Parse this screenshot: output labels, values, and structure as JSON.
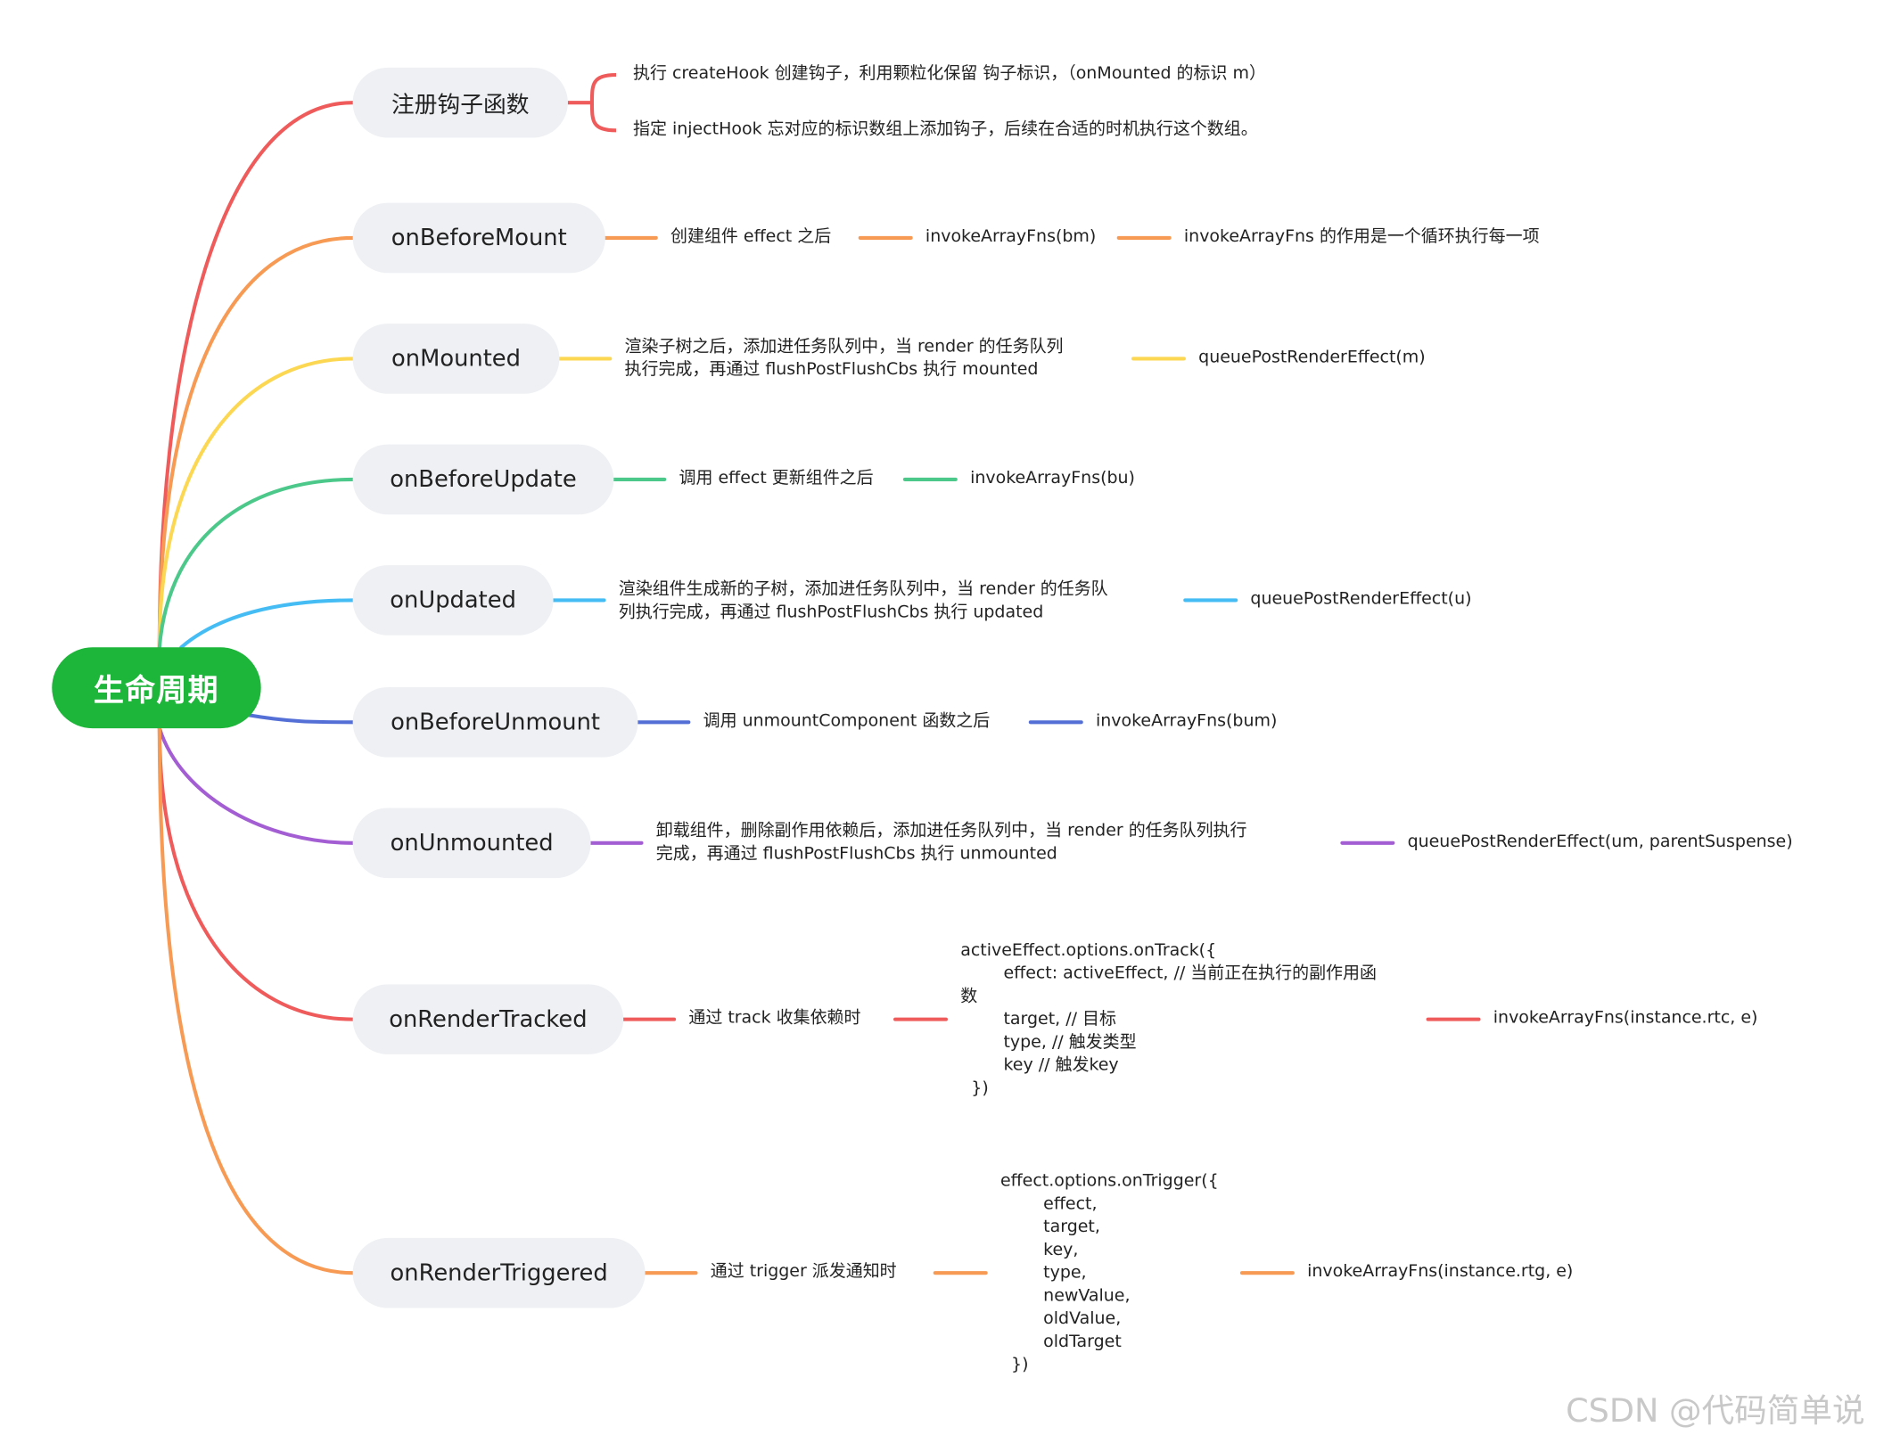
{
  "root": {
    "label": "生命周期",
    "color": "#1db53a"
  },
  "branches": [
    {
      "id": "register",
      "label": "注册钩子函数",
      "color": "#ef5b5b",
      "details": [
        "执行 createHook 创建钩子，利用颗粒化保留 钩子标识，（onMounted 的标识 m）",
        "指定 injectHook 忘对应的标识数组上添加钩子，后续在合适的时机执行这个数组。"
      ]
    },
    {
      "id": "onBeforeMount",
      "label": "onBeforeMount",
      "color": "#f79a53",
      "chain": [
        "创建组件 effect 之后",
        "invokeArrayFns(bm)",
        "invokeArrayFns 的作用是一个循环执行每一项"
      ]
    },
    {
      "id": "onMounted",
      "label": "onMounted",
      "color": "#fcd752",
      "chain": [
        "渲染子树之后，添加进任务队列中，当 render 的任务队列\n执行完成，再通过 flushPostFlushCbs 执行 mounted",
        "queuePostRenderEffect(m)"
      ]
    },
    {
      "id": "onBeforeUpdate",
      "label": "onBeforeUpdate",
      "color": "#4cc98a",
      "chain": [
        "调用 effect 更新组件之后",
        "invokeArrayFns(bu)"
      ]
    },
    {
      "id": "onUpdated",
      "label": "onUpdated",
      "color": "#45bdf4",
      "chain": [
        "渲染组件生成新的子树，添加进任务队列中，当 render 的任务队\n列执行完成，再通过 flushPostFlushCbs 执行 updated",
        "queuePostRenderEffect(u)"
      ]
    },
    {
      "id": "onBeforeUnmount",
      "label": "onBeforeUnmount",
      "color": "#5470d6",
      "chain": [
        "调用 unmountComponent 函数之后",
        "invokeArrayFns(bum)"
      ]
    },
    {
      "id": "onUnmounted",
      "label": "onUnmounted",
      "color": "#a45ed3",
      "chain": [
        "卸载组件，删除副作用依赖后，添加进任务队列中，当 render 的任务队列执行\n完成，再通过 flushPostFlushCbs 执行 unmounted",
        "queuePostRenderEffect(um, parentSuspense)"
      ]
    },
    {
      "id": "onRenderTracked",
      "label": "onRenderTracked",
      "color": "#ef5b5b",
      "chain": [
        "通过  track 收集依赖时",
        "activeEffect.options.onTrack({\n        effect: activeEffect, // 当前正在执行的副作用函\n数\n        target, // 目标\n        type, // 触发类型\n        key // 触发key\n  })",
        "invokeArrayFns(instance.rtc, e)"
      ]
    },
    {
      "id": "onRenderTriggered",
      "label": "onRenderTriggered",
      "color": "#f79a53",
      "chain": [
        "通过  trigger 派发通知时",
        "effect.options.onTrigger({\n        effect,\n        target,\n        key,\n        type,\n        newValue,\n        oldValue,\n        oldTarget\n  })",
        "invokeArrayFns(instance.rtg, e)"
      ]
    }
  ],
  "watermark": "CSDN @代码简单说"
}
